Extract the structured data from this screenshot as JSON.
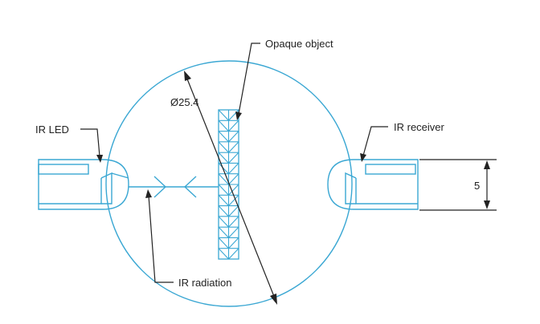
{
  "labels": {
    "opaque_object": "Opaque object",
    "diameter": "Ø25.4",
    "ir_led": "IR LED",
    "ir_receiver": "IR receiver",
    "dimension_5": "5",
    "ir_radiation": "IR radiation"
  },
  "colors": {
    "drawing_line": "#3aa7d3",
    "leader_line": "#222222",
    "background": "#ffffff"
  }
}
